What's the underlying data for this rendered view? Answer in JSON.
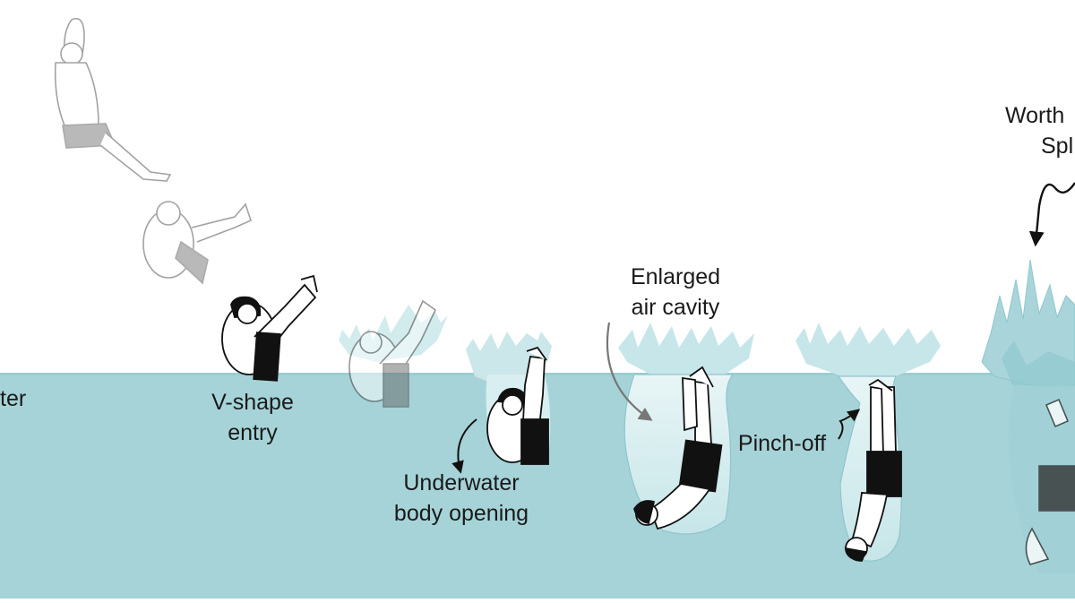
{
  "colors": {
    "water": "#a6d3d8",
    "water_edge": "#8ec6cc",
    "cavity": "#d9eef0",
    "splash": "#b6dde1",
    "skin": "#ffffff",
    "shorts": "#111111",
    "ghost_shorts": "#8a8a8a",
    "outline": "#111111",
    "arrow": "#111111",
    "arrow_gray": "#777777"
  },
  "labels": {
    "water_partial": "ter",
    "v_shape": [
      "V-shape",
      "entry"
    ],
    "underwater": [
      "Underwater",
      "body opening"
    ],
    "enlarged": [
      "Enlarged",
      "air cavity"
    ],
    "pinch": "Pinch-off",
    "worthington": [
      "Worth",
      "Spl"
    ]
  },
  "stages": [
    "airborne-diver",
    "tucked-diver",
    "v-shape-entry-diver",
    "water-contact-diver",
    "underwater-opening-diver",
    "enlarged-cavity-diver",
    "pinch-off-diver",
    "worthington-splash-diver"
  ]
}
